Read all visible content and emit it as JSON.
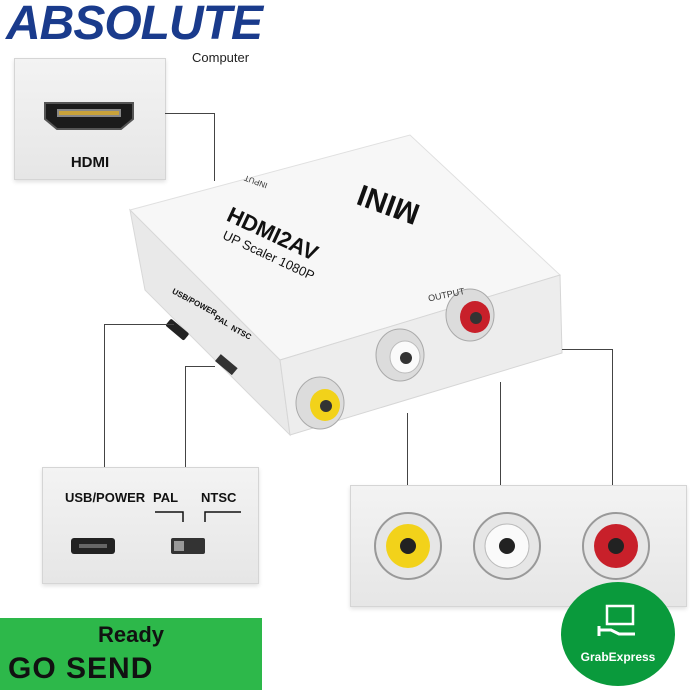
{
  "logo": {
    "brand": "ABSOLUTE",
    "sub": "Computer"
  },
  "inset_hdmi": {
    "label": "HDMI"
  },
  "inset_usb": {
    "usb_label": "USB/POWER",
    "pal_label": "PAL",
    "ntsc_label": "NTSC"
  },
  "device": {
    "brand_text": "MINI",
    "model_text": "HDMI2AV",
    "sub_text": "UP Scaler 1080P",
    "input_label": "INPUT",
    "output_label": "OUTPUT",
    "usb_label": "USB/POWER",
    "pal_label": "PAL",
    "ntsc_label": "NTSC"
  },
  "rca_colors": {
    "yellow": "#f2d21a",
    "white": "#f5f5f5",
    "red": "#c8202a"
  },
  "banner": {
    "ready": "Ready",
    "gosend": "GO SEND",
    "color": "#2db84a"
  },
  "badge": {
    "label": "GrabExpress",
    "color": "#0a9a3c"
  }
}
